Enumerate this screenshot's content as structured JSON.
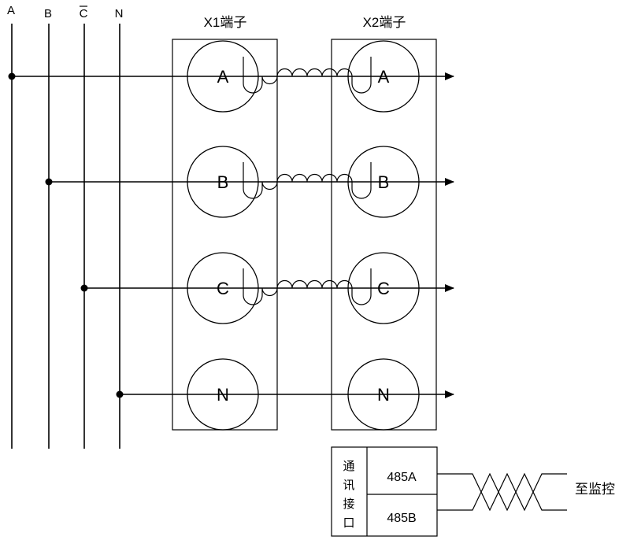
{
  "phases": [
    "A",
    "B",
    "C",
    "N"
  ],
  "terminal_blocks": {
    "x1": {
      "title": "X1端子",
      "terminals": [
        "A",
        "B",
        "C",
        "N"
      ]
    },
    "x2": {
      "title": "X2端子",
      "terminals": [
        "A",
        "B",
        "C",
        "N"
      ]
    }
  },
  "comm": {
    "title_chars": [
      "通",
      "讯",
      "接",
      "口"
    ],
    "port_a": "485A",
    "port_b": "485B",
    "destination": "至监控"
  }
}
